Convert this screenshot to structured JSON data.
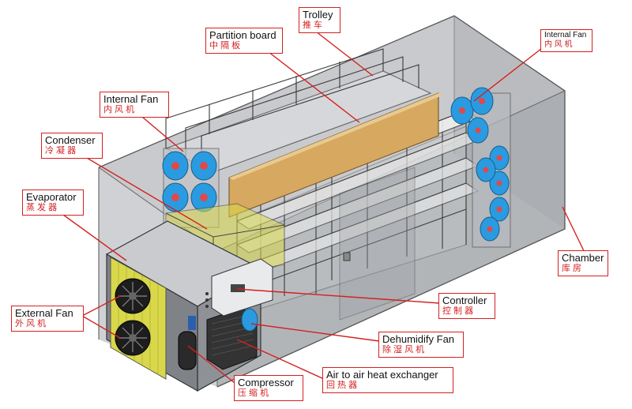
{
  "labels": {
    "trolley": {
      "en": "Trolley",
      "zh": "推 车"
    },
    "partition_board": {
      "en": "Partition board",
      "zh": "中 隔 板"
    },
    "internal_fan_right": {
      "en": "Internal Fan",
      "zh": "内 风 机"
    },
    "internal_fan_left": {
      "en": "Internal Fan",
      "zh": "内 风 机"
    },
    "condenser": {
      "en": "Condenser",
      "zh": "冷 凝 器"
    },
    "evaporator": {
      "en": "Evaporator",
      "zh": "蒸 发 器"
    },
    "chamber": {
      "en": "Chamber",
      "zh": "库 房"
    },
    "controller": {
      "en": "Controller",
      "zh": "控 制 器"
    },
    "external_fan": {
      "en": "External Fan",
      "zh": "外 风 机"
    },
    "dehumidify_fan": {
      "en": "Dehumidify Fan",
      "zh": "除 湿 风 机"
    },
    "heat_exchanger": {
      "en": "Air to air heat exchanger",
      "zh": "回 热 器"
    },
    "compressor": {
      "en": "Compressor",
      "zh": "压 缩 机"
    }
  },
  "colors": {
    "callout_border": "#d42020",
    "leader_line": "#d42020",
    "chinese_text": "#d42020",
    "chamber_wall": "#9a9da2",
    "partition_board": "#d6a860",
    "internal_fan": "#2a9be0",
    "coil_yellow": "#d8d84a",
    "heat_pump_body": "#8e9297"
  }
}
